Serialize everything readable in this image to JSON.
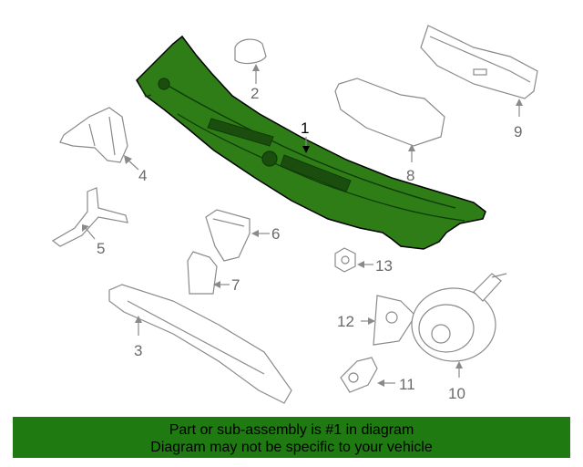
{
  "diagram": {
    "highlight_color": "#2e7d17",
    "callouts": [
      "1",
      "2",
      "3",
      "4",
      "5",
      "6",
      "7",
      "8",
      "9",
      "10",
      "11",
      "12",
      "13"
    ]
  },
  "footer": {
    "background": "#1f7a12",
    "line1": "Part or sub-assembly is #1 in diagram",
    "line2": "Diagram may not be specific to your vehicle"
  }
}
